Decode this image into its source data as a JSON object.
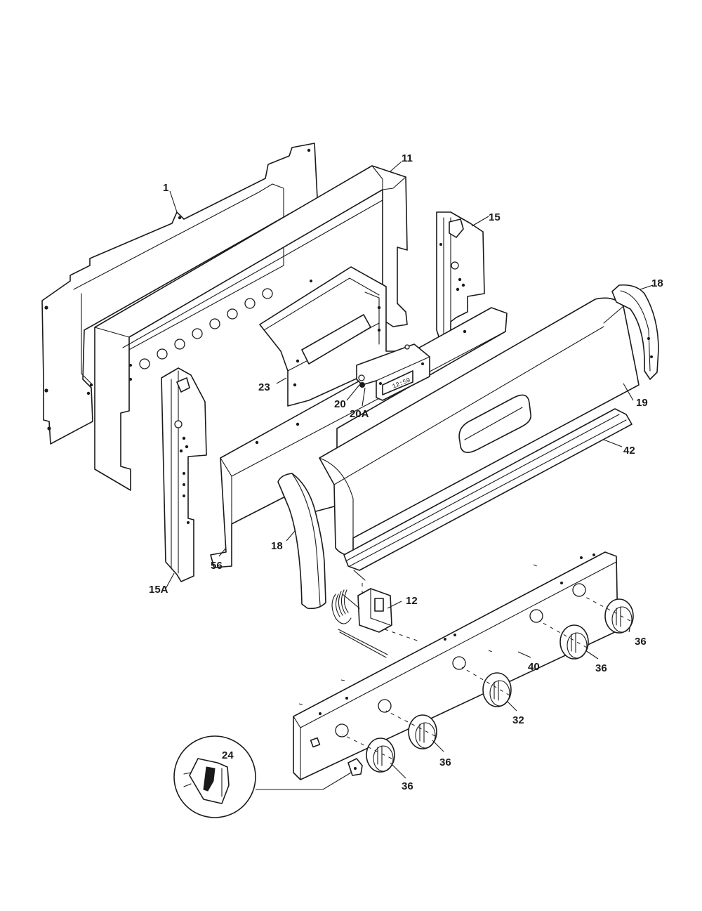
{
  "diagram": {
    "callouts": {
      "c1": "1",
      "c11": "11",
      "c15": "15",
      "c15a": "15A",
      "c18_right": "18",
      "c18_left": "18",
      "c19": "19",
      "c20": "20",
      "c20a": "20A",
      "c23": "23",
      "c42": "42",
      "c56": "56",
      "c12": "12",
      "c40": "40",
      "c32": "32",
      "c36_a": "36",
      "c36_b": "36",
      "c36_c": "36",
      "c36_d": "36",
      "c24": "24"
    },
    "clock_display": "12:59"
  }
}
